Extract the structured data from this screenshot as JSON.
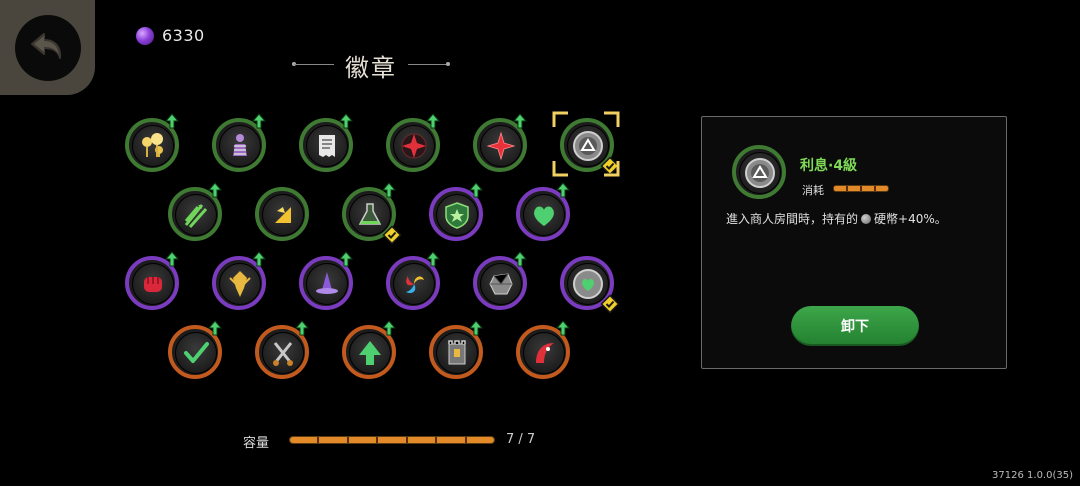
{
  "header": {
    "currency_value": "6330",
    "title": "徽章"
  },
  "badges": [
    {
      "icon": "spores-icon",
      "tier": "green",
      "upgrade": true,
      "equipped": false
    },
    {
      "icon": "pawn-icon",
      "tier": "green",
      "upgrade": true,
      "equipped": false
    },
    {
      "icon": "receipt-icon",
      "tier": "green",
      "upgrade": true,
      "equipped": false
    },
    {
      "icon": "red-star-compass-icon",
      "tier": "green",
      "upgrade": true,
      "equipped": false
    },
    {
      "icon": "red-star-icon",
      "tier": "green",
      "upgrade": true,
      "equipped": false
    },
    {
      "icon": "coin-triangle-icon",
      "tier": "green",
      "upgrade": false,
      "equipped": true,
      "selected": true
    },
    {
      "icon": "green-arrows-icon",
      "tier": "green",
      "upgrade": true,
      "equipped": false
    },
    {
      "icon": "yellow-burst-icon",
      "tier": "green",
      "upgrade": false,
      "equipped": false
    },
    {
      "icon": "potion-flask-icon",
      "tier": "green",
      "upgrade": true,
      "equipped": true
    },
    {
      "icon": "shield-icon",
      "tier": "purple",
      "upgrade": true,
      "equipped": false
    },
    {
      "icon": "heart-icon",
      "tier": "purple",
      "upgrade": true,
      "equipped": false
    },
    {
      "icon": "fist-icon",
      "tier": "purple",
      "upgrade": true,
      "equipped": false
    },
    {
      "icon": "golden-crest-icon",
      "tier": "purple",
      "upgrade": true,
      "equipped": false
    },
    {
      "icon": "witch-hat-icon",
      "tier": "purple",
      "upgrade": true,
      "equipped": false
    },
    {
      "icon": "tricolor-swirl-icon",
      "tier": "purple",
      "upgrade": true,
      "equipped": false
    },
    {
      "icon": "stone-icon",
      "tier": "purple",
      "upgrade": true,
      "equipped": false
    },
    {
      "icon": "coin-heart-icon",
      "tier": "purple",
      "upgrade": false,
      "equipped": true
    },
    {
      "icon": "checkmark-icon",
      "tier": "orange",
      "upgrade": true,
      "equipped": false
    },
    {
      "icon": "scissors-icon",
      "tier": "orange",
      "upgrade": true,
      "equipped": false
    },
    {
      "icon": "green-arrow-up-icon",
      "tier": "orange",
      "upgrade": true,
      "equipped": false
    },
    {
      "icon": "tower-icon",
      "tier": "orange",
      "upgrade": true,
      "equipped": false
    },
    {
      "icon": "red-horn-icon",
      "tier": "orange",
      "upgrade": true,
      "equipped": false
    }
  ],
  "capacity": {
    "label": "容量",
    "value": "7 / 7",
    "used": 7,
    "max": 7
  },
  "detail": {
    "name": "利息·4級",
    "cost_label": "消耗",
    "cost_value": 4,
    "desc_before": "進入商人房間時，持有的",
    "desc_after": "硬幣+40%。",
    "unequip_label": "卸下"
  },
  "version": "37126 1.0.0(35)"
}
